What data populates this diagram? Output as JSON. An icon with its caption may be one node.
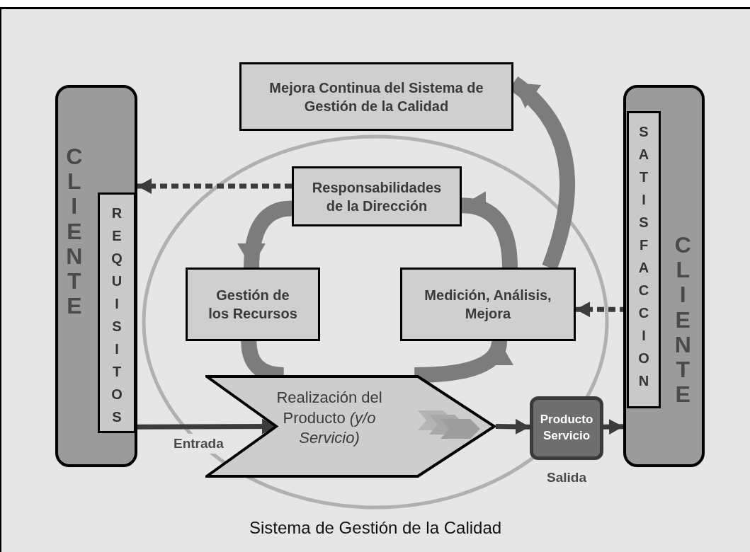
{
  "diagram": {
    "nodes": [
      {
        "text": [
          "CLIENTE"
        ]
      },
      {
        "text": [
          "REQUISITOS"
        ],
        "in": 0
      },
      {
        "text": [
          "Mejora Continua del Sistema de Gestión de la Calidad"
        ]
      },
      {
        "text": [
          "Responsabilidades de la Dirección"
        ]
      },
      {
        "text": [
          "Gestión de los Recursos"
        ]
      },
      {
        "text": [
          "Medición, Análisis, Mejora"
        ]
      },
      {
        "text": [
          "Realización del Producto *(y/o Servicio)*"
        ]
      },
      {
        "text": [
          "Producto Servicio"
        ],
        "beside": [
          "Salida"
        ]
      },
      {
        "text": [
          "CLIENTE"
        ]
      },
      {
        "text": [
          "SATISFACCION"
        ],
        "in": 8
      }
    ],
    "edges": [
      {
        "from": 3,
        "to": 0,
        "arrow": "to",
        "style": "dashed"
      },
      {
        "from": 3,
        "to": 4,
        "arrow": "to",
        "style": "thick"
      },
      {
        "from": 4,
        "to": 6,
        "arrow": "to",
        "style": "thick"
      },
      {
        "from": 6,
        "to": 5,
        "arrow": "to",
        "style": "thick"
      },
      {
        "from": 5,
        "to": 3,
        "arrow": "to",
        "style": "thick"
      },
      {
        "from": 5,
        "to": 2,
        "arrow": "to",
        "style": "thick"
      },
      {
        "from": 9,
        "to": 5,
        "arrow": "to",
        "style": "dashed"
      },
      {
        "from": 1,
        "to": 6,
        "arrow": "to",
        "label": "Entrada"
      },
      {
        "from": 6,
        "to": 7,
        "arrow": "to"
      },
      {
        "from": 7,
        "to": 8,
        "arrow": "to"
      }
    ],
    "labels": [
      "Sistema de Gestión de la Calidad"
    ]
  }
}
